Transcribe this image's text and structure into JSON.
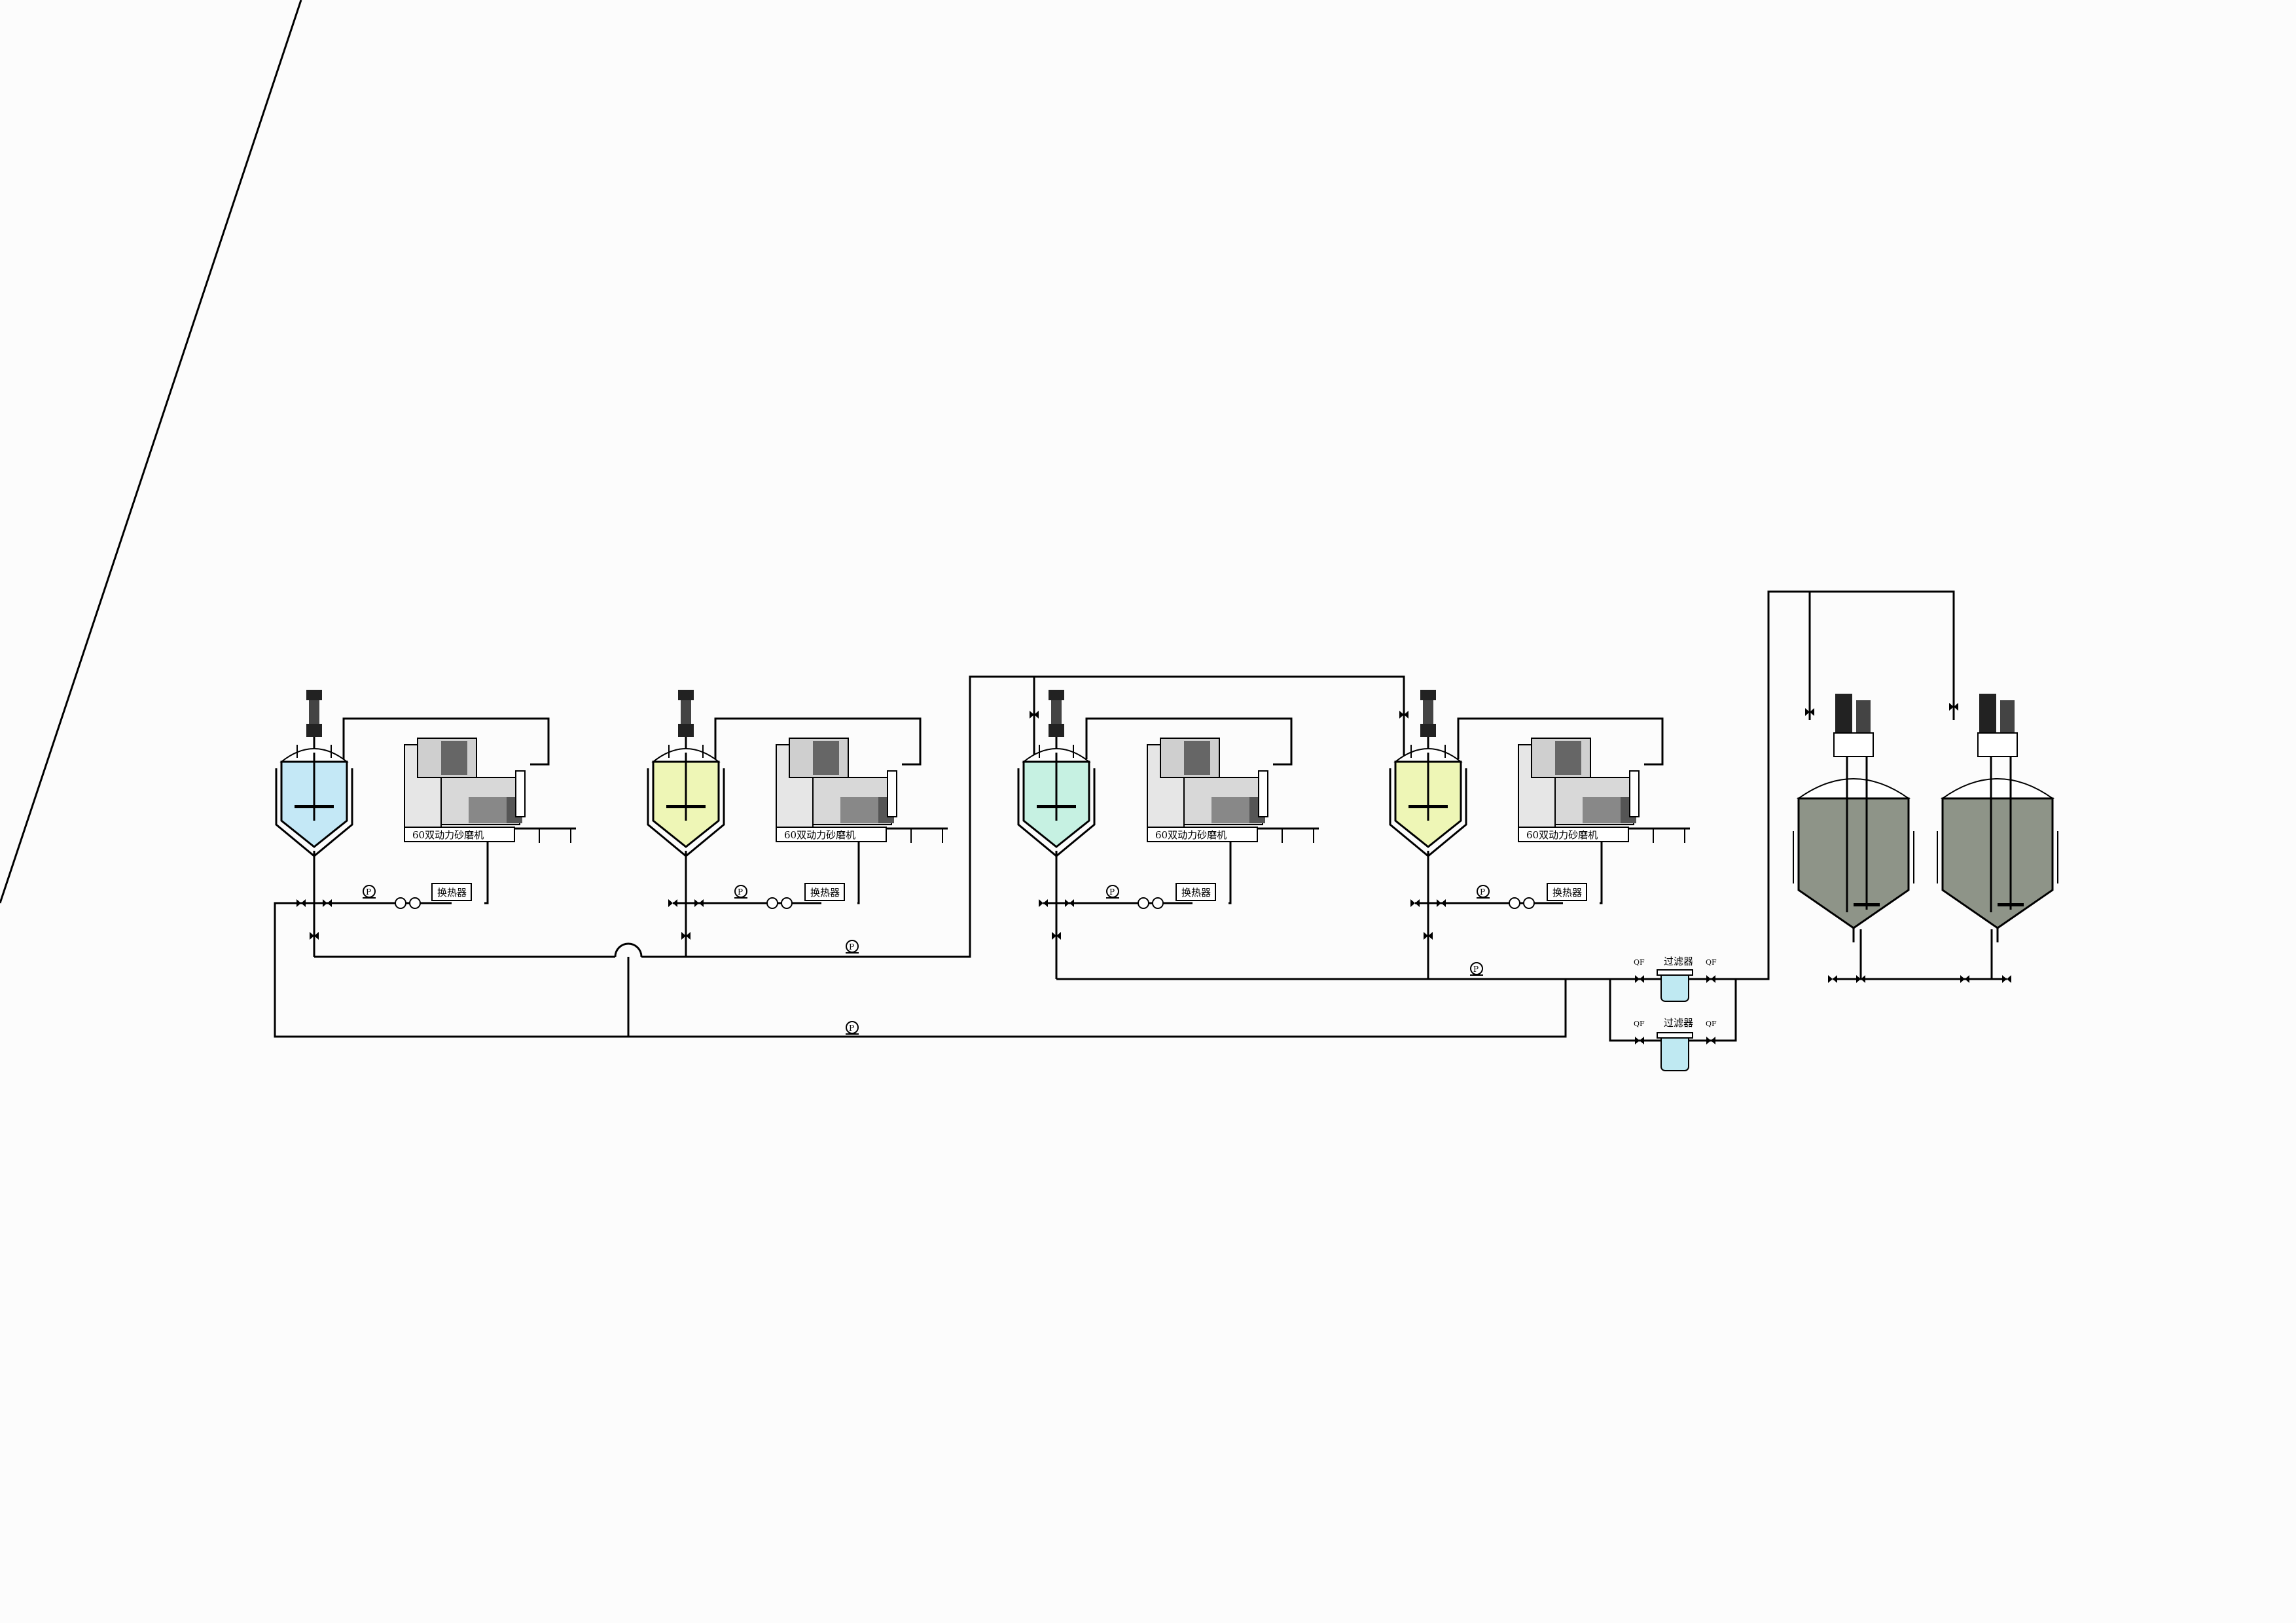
{
  "labels": {
    "mill": "60双动力砂磨机",
    "heat_exchanger": "换热器",
    "filter": "过滤器",
    "qf": "QF",
    "pump": "P"
  },
  "colors": {
    "tank1": "#c4e8f6",
    "tank2": "#eef6b6",
    "tank3": "#c6f1e2",
    "tank4": "#eef6b6",
    "storage": "#8e9488",
    "filter": "#bfe9f2",
    "line": "#000000",
    "background": "#fcfcfc"
  }
}
